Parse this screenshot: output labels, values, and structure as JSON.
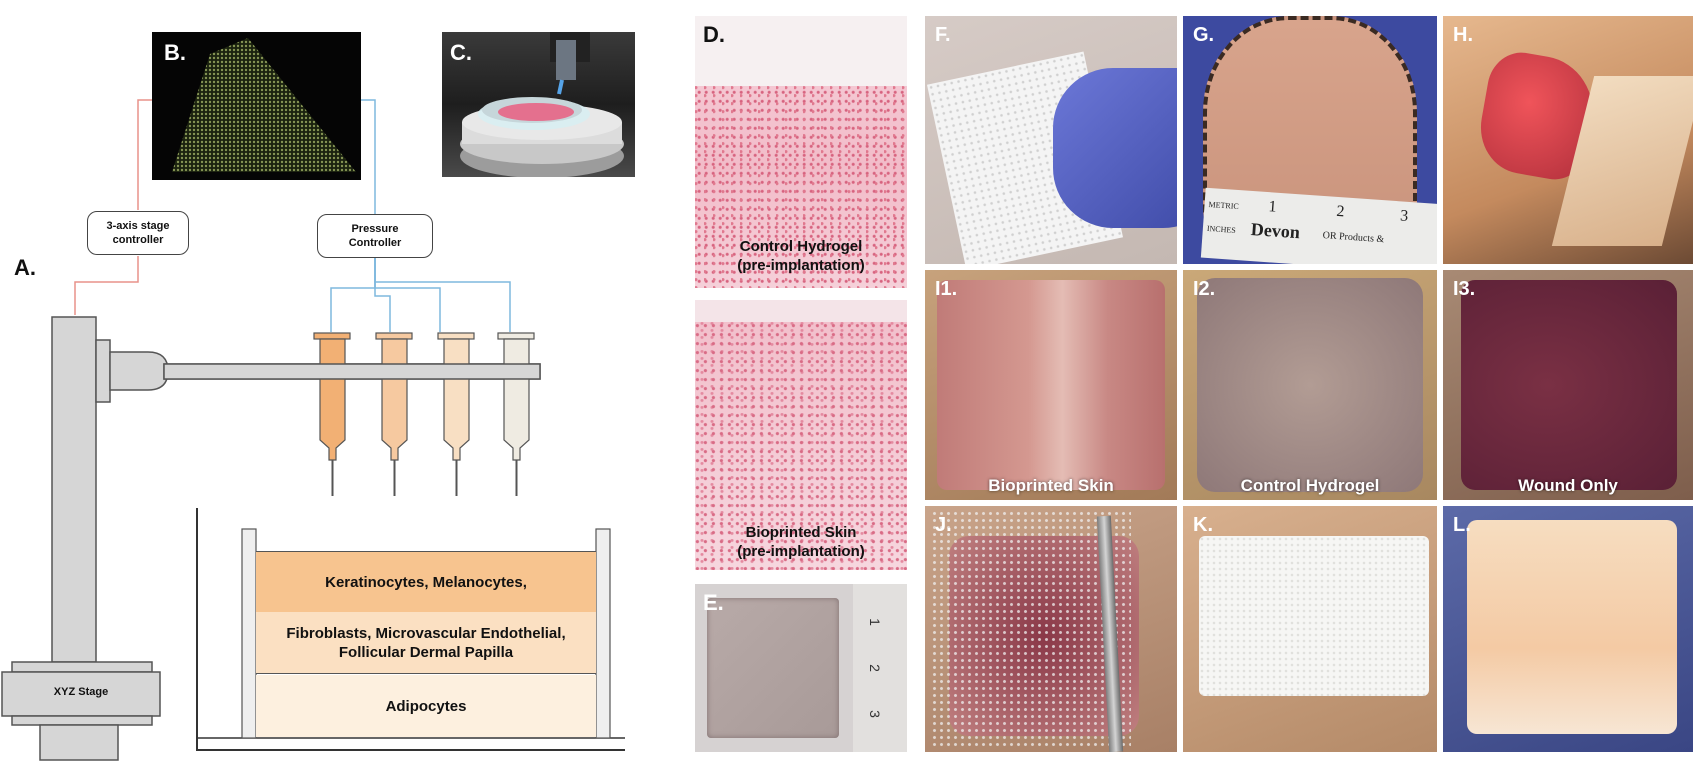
{
  "panels": {
    "a": "A.",
    "b": "B.",
    "c": "C.",
    "d": "D.",
    "e": "E.",
    "f": "F.",
    "g": "G.",
    "h": "H.",
    "i1": "I1.",
    "i2": "I2.",
    "i3": "I3.",
    "j": "J.",
    "k": "K.",
    "l": "L."
  },
  "diagram": {
    "stage_controller": "3-axis stage controller",
    "pressure_controller": "Pressure Controller",
    "xyz_stage": "XYZ Stage",
    "layers": [
      "Keratinocytes, Melanocytes,",
      "Fibroblasts, Microvascular Endothelial, Follicular Dermal Papilla",
      "Adipocytes"
    ]
  },
  "histology": {
    "top_caption_1": "Control Hydrogel",
    "top_caption_2": "(pre-implantation)",
    "bottom_caption_1": "Bioprinted Skin",
    "bottom_caption_2": "(pre-implantation)"
  },
  "ruler": {
    "e_ticks": [
      "1",
      "2",
      "3"
    ],
    "g_ticks": [
      "1",
      "2",
      "3"
    ],
    "g_brand": "Devon",
    "g_text": "OR Products &",
    "g_metric": "METRIC",
    "g_inches": "INCHES"
  },
  "photos": {
    "i1_caption": "Bioprinted Skin",
    "i2_caption": "Control Hydrogel",
    "i3_caption": "Wound  Only"
  },
  "colors": {
    "line_red": "#e8928a",
    "line_blue": "#7fb8de",
    "syringe_1": "#f2b074",
    "syringe_2": "#f6c9a0",
    "syringe_3": "#f8dfc3",
    "syringe_4": "#efebe2",
    "layer_top": "#f7c48f",
    "layer_mid": "#fbe0c2",
    "layer_bottom": "#fdf0df"
  }
}
